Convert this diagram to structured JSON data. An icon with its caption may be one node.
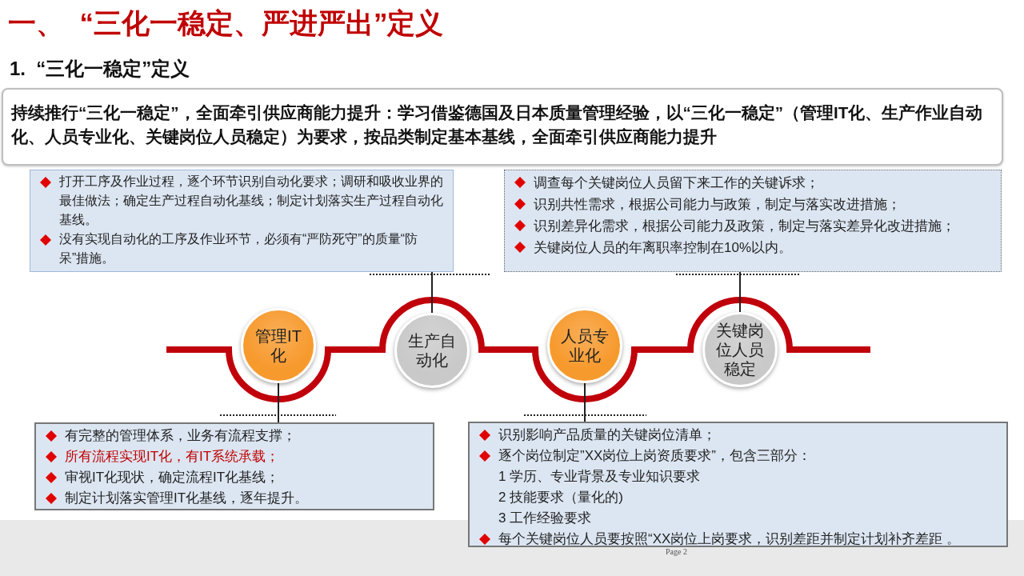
{
  "diagram": {
    "title": "一、  “三化一稳定、严进严出”定义",
    "nodes": [
      {
        "text": [
          "持续推行“三化一稳定”，全面牵引供应商能力提升：学习借鉴德国及日本质量管理经验，以“三化一稳定”（管理IT化、生产作业自动化、人员专业化、关键岗位人员稳定）为要求，按品类制定基本基线，全面牵引供应商能力提升"
        ]
      },
      {
        "text": [
          "打开工序及作业过程，逐个环节识别自动化要求；调研和吸收业界的最佳做法；确定生产过程自动化基线；制定计划落实生产过程自动化基线。",
          "没有实现自动化的工序及作业环节，必须有“严防死守”的质量“防呆”措施。"
        ]
      },
      {
        "text": [
          "调查每个关键岗位人员留下来工作的关键诉求；",
          "识别共性需求，根据公司能力与政策，制定与落实改进措施；",
          "识别差异化需求，根据公司能力及政策，制定与落实差异化改进措施；",
          "关键岗位人员的年离职率控制在10%以内。"
        ]
      },
      {
        "text": [
          "管理IT化"
        ]
      },
      {
        "text": [
          "生产自动化"
        ]
      },
      {
        "text": [
          "人员专业化"
        ]
      },
      {
        "text": [
          "关键岗位人员稳定"
        ]
      },
      {
        "text": [
          "有完整的管理体系，业务有流程支撑；",
          "所有流程实现IT化，有IT系统承载；",
          "审视IT化现状，确定流程IT化基线；",
          "制定计划落实管理IT化基线，逐年提升。"
        ]
      },
      {
        "text": [
          "识别影响产品质量的关键岗位清单；",
          "逐个岗位制定”XX岗位上岗资质要求”，包含三部分：",
          "1 学历、专业背景及专业知识要求",
          "2 技能要求（量化的)",
          "3 工作经验要求",
          "每个关键岗位人员要按照“XX岗位上岗要求，识别差距并制定计划补齐差距 。"
        ]
      }
    ],
    "edges": [
      {
        "from": 4,
        "to": 1,
        "arrow": "none"
      },
      {
        "from": 6,
        "to": 2,
        "arrow": "none"
      },
      {
        "from": 3,
        "to": 7,
        "arrow": "none"
      },
      {
        "from": 5,
        "to": 8,
        "arrow": "none"
      }
    ],
    "labels": [
      "1.  “三化一稳定”定义",
      "Page 2"
    ]
  }
}
